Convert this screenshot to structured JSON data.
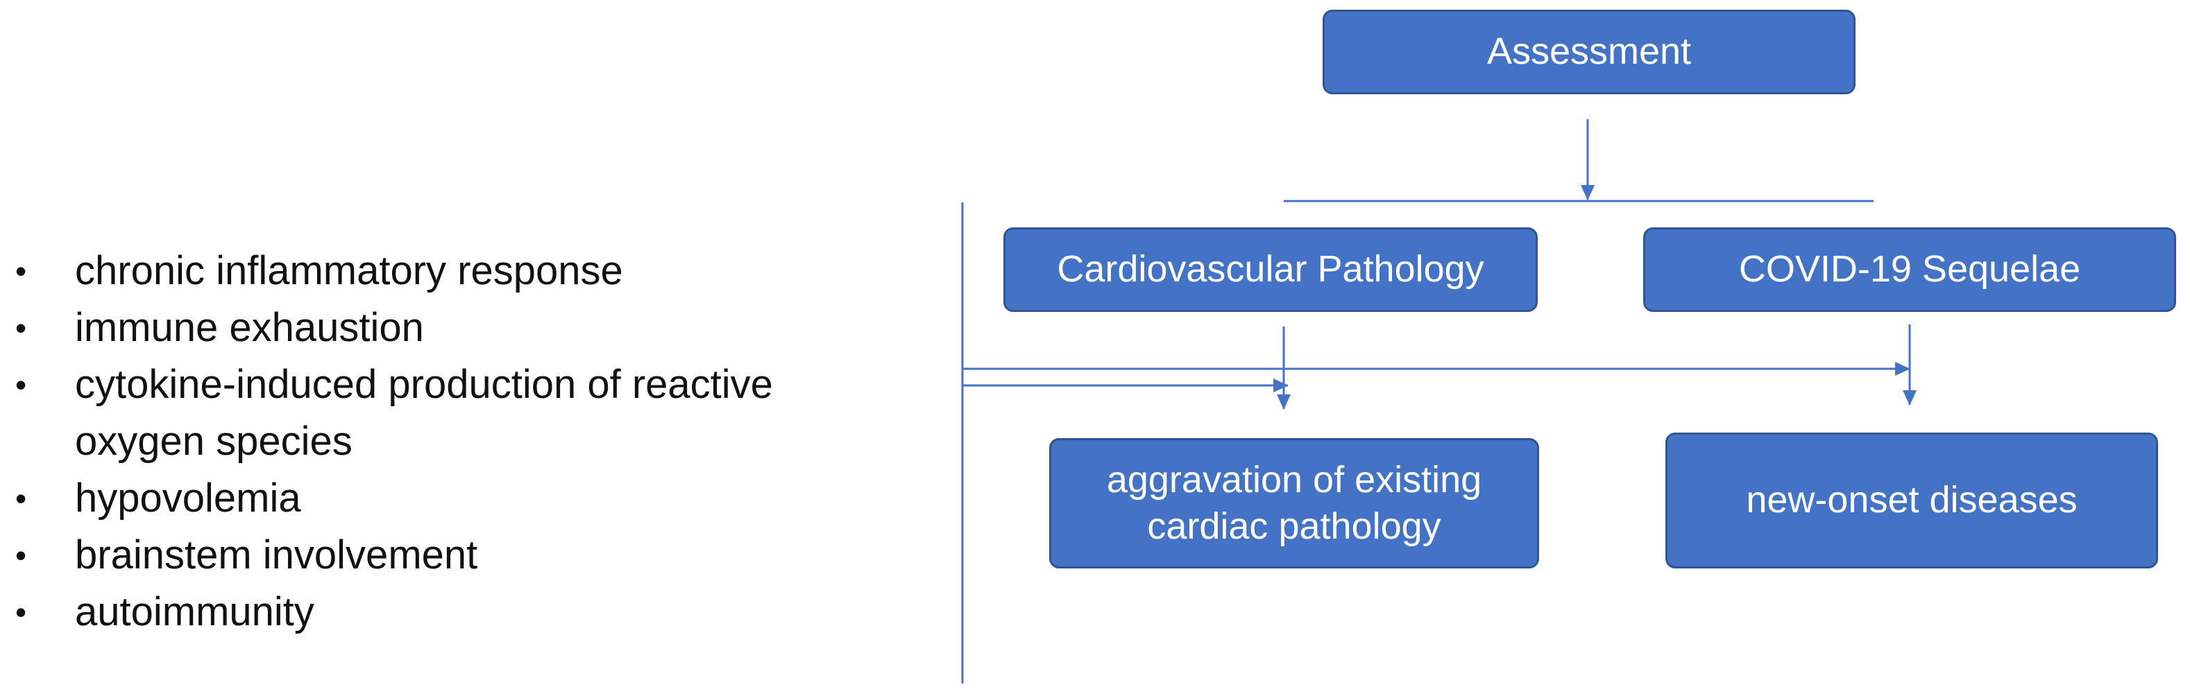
{
  "factors": {
    "items": [
      "chronic inflammatory response",
      "immune exhaustion",
      "cytokine-induced production of reactive oxygen species",
      "hypovolemia",
      "brainstem involvement",
      "autoimmunity"
    ]
  },
  "flowchart": {
    "assessment": "Assessment",
    "cardiovascular_pathology": "Cardiovascular Pathology",
    "covid_sequelae": "COVID-19 Sequelae",
    "aggravation": "aggravation of existing cardiac pathology",
    "new_onset": "new-onset diseases"
  },
  "colors": {
    "box_fill": "#4472c4",
    "box_border": "#2f5597",
    "connector": "#4472c4",
    "text_dark": "#111111"
  }
}
